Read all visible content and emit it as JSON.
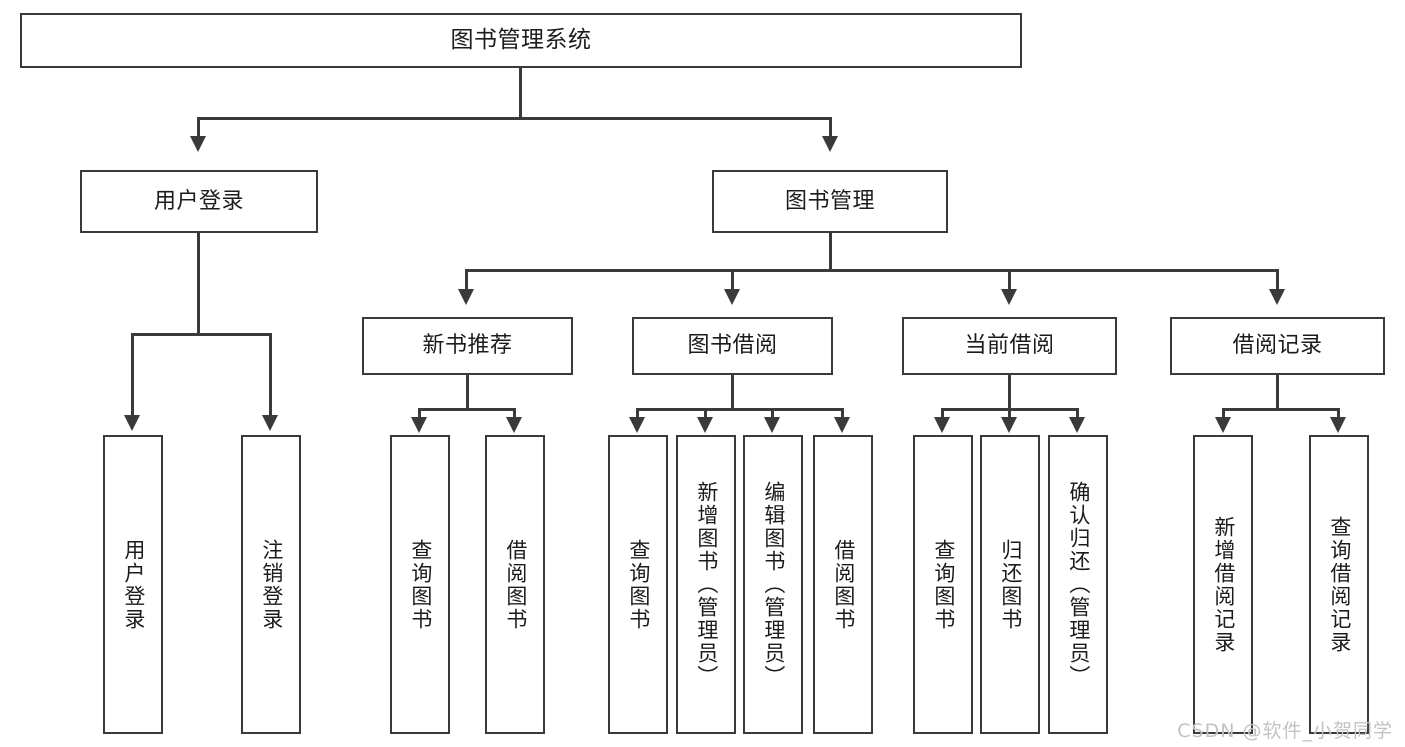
{
  "diagram": {
    "title": "图书管理系统",
    "type": "tree",
    "watermark": "CSDN @软件_小贺同学",
    "colors": {
      "stroke": "#3a3a3a",
      "box_fill": "#ffffff",
      "text": "#1c1c1c",
      "watermark": "#c3c3c3",
      "background": "#ffffff"
    }
  },
  "root": {
    "label": "图书管理系统"
  },
  "level2": [
    {
      "id": "user-login",
      "label": "用户登录"
    },
    {
      "id": "book-management",
      "label": "图书管理"
    }
  ],
  "level3": [
    {
      "id": "new-book-recommend",
      "label": "新书推荐"
    },
    {
      "id": "book-borrow",
      "label": "图书借阅"
    },
    {
      "id": "current-borrow",
      "label": "当前借阅"
    },
    {
      "id": "borrow-record",
      "label": "借阅记录"
    }
  ],
  "leaves": {
    "user_login": [
      {
        "id": "leaf-user-login",
        "label": "用户登录"
      },
      {
        "id": "leaf-user-logout",
        "label": "注销登录"
      }
    ],
    "new_book_recommend": [
      {
        "id": "leaf-query-book-1",
        "label": "查询图书"
      },
      {
        "id": "leaf-borrow-book-1",
        "label": "借阅图书"
      }
    ],
    "book_borrow": [
      {
        "id": "leaf-query-book-2",
        "label": "查询图书"
      },
      {
        "id": "leaf-add-book",
        "label": "新增图书（管理员）"
      },
      {
        "id": "leaf-edit-book",
        "label": "编辑图书（管理员）"
      },
      {
        "id": "leaf-borrow-book-2",
        "label": "借阅图书"
      }
    ],
    "current_borrow": [
      {
        "id": "leaf-query-book-3",
        "label": "查询图书"
      },
      {
        "id": "leaf-return-book",
        "label": "归还图书"
      },
      {
        "id": "leaf-confirm-return",
        "label": "确认归还（管理员）"
      }
    ],
    "borrow_record": [
      {
        "id": "leaf-add-record",
        "label": "新增借阅记录"
      },
      {
        "id": "leaf-query-record",
        "label": "查询借阅记录"
      }
    ]
  }
}
